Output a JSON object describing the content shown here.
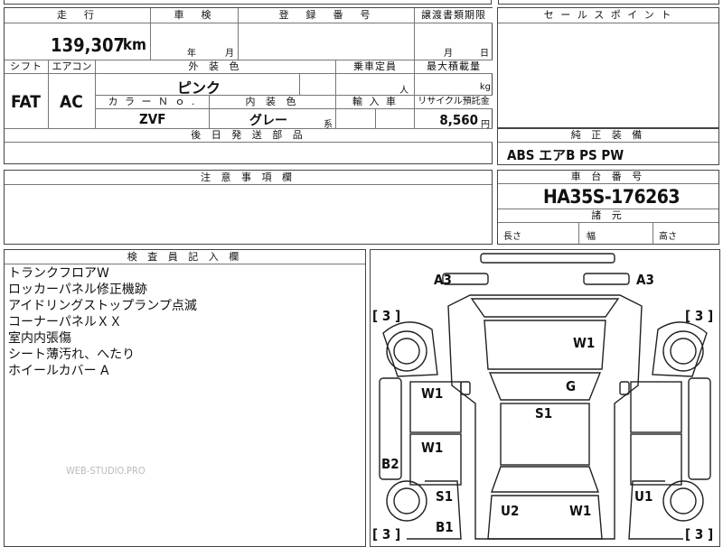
{
  "top_cutoff": {
    "a": "■■■■",
    "b": "■■■"
  },
  "headers": {
    "mileage": "走　行",
    "inspection": "車　検",
    "registration": "登　録　番　号",
    "transfer": "譲渡書類期限",
    "sales_point": "セ ー ル ス ポ イ ン ト",
    "shift": "シフト",
    "aircon": "エアコン",
    "exterior_color": "外 装 色",
    "capacity": "乗車定員",
    "max_load": "最大積載量",
    "color_no": "カ ラ ー Ｎ ｏ .",
    "interior_color": "内 装 色",
    "import": "輸 入 車",
    "recycle": "リサイクル預託金",
    "later_parts": "後 日 発 送 部 品",
    "standard_equipment": "純 正 装 備",
    "notes": "注 意 事 項 欄",
    "chassis": "車 台 番 号",
    "dimensions": "諸 元",
    "inspector": "検 査 員 記 入 欄"
  },
  "values": {
    "mileage": "139,307",
    "mileage_unit": "km",
    "inspection_year": "年",
    "inspection_month": "月",
    "transfer_month": "月",
    "transfer_day": "日",
    "shift": "FAT",
    "aircon": "AC",
    "exterior_color": "ピンク",
    "capacity_unit": "人",
    "load_unit": "kg",
    "color_no": "ZVF",
    "interior_color": "グレー",
    "interior_suffix": "系",
    "recycle_amount": "8,560",
    "recycle_unit": "円",
    "standard_equipment": "ABS エアB PS PW",
    "chassis_number": "HA35S-176263",
    "length_label": "長さ",
    "width_label": "幅",
    "height_label": "高さ"
  },
  "inspector_notes": [
    "トランクフロアW",
    "ロッカーパネル修正機跡",
    "アイドリングストップランプ点滅",
    "コーナーパネルＸＸ",
    "室内内張傷",
    "シート薄汚れ、へたり",
    "ホイールカバー A"
  ],
  "watermark": "WEB-STUDIO.PRO",
  "diagram_marks": {
    "front_left": "A3",
    "front_right": "A3",
    "bracket_left_top": "[ 3 ]",
    "bracket_right_top": "[ 3 ]",
    "bracket_left_bottom": "[ 3 ]",
    "bracket_right_bottom": "[ 3 ]",
    "hood": "W1",
    "windshield": "G",
    "roof": "S1",
    "left_front_door": "W1",
    "left_rear_door": "W1",
    "left_rocker": "B2",
    "left_rear_quarter": "S1",
    "left_rear_bumper": "B1",
    "trunk_left": "U2",
    "trunk_right": "W1",
    "right_rear_quarter": "U1"
  }
}
